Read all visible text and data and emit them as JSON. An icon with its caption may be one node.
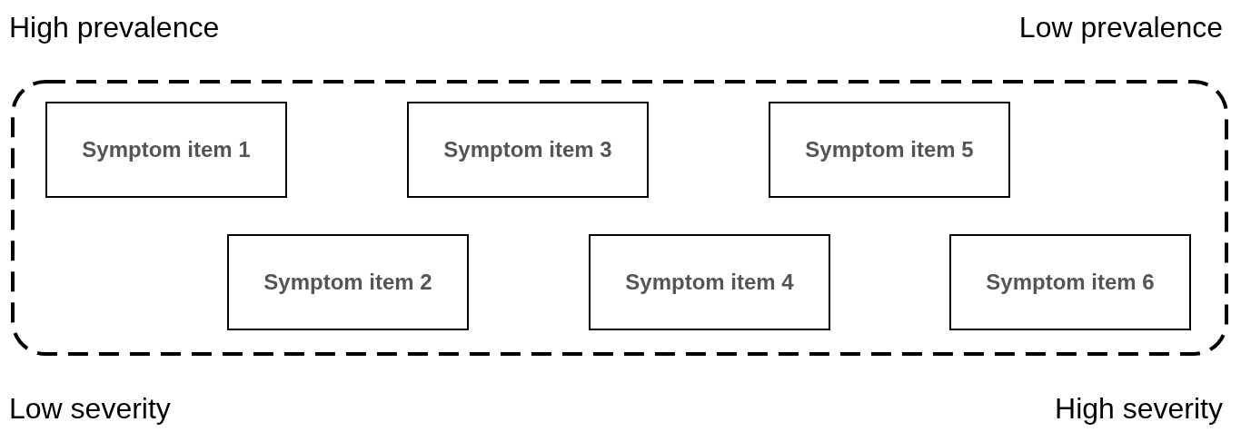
{
  "diagram": {
    "nodes": [
      {
        "text": [],
        "shape": "box"
      },
      {
        "text": [
          "Symptom item 1"
        ],
        "in": 0
      },
      {
        "text": [
          "Symptom item 3"
        ],
        "in": 0
      },
      {
        "text": [
          "Symptom item 5"
        ],
        "in": 0
      },
      {
        "text": [
          "Symptom item 2"
        ],
        "in": 0
      },
      {
        "text": [
          "Symptom item 4"
        ],
        "in": 0
      },
      {
        "text": [
          "Symptom item 6"
        ],
        "in": 0
      }
    ],
    "labels": [
      "High prevalence",
      "Low prevalence",
      "Low severity",
      "High severity"
    ]
  }
}
